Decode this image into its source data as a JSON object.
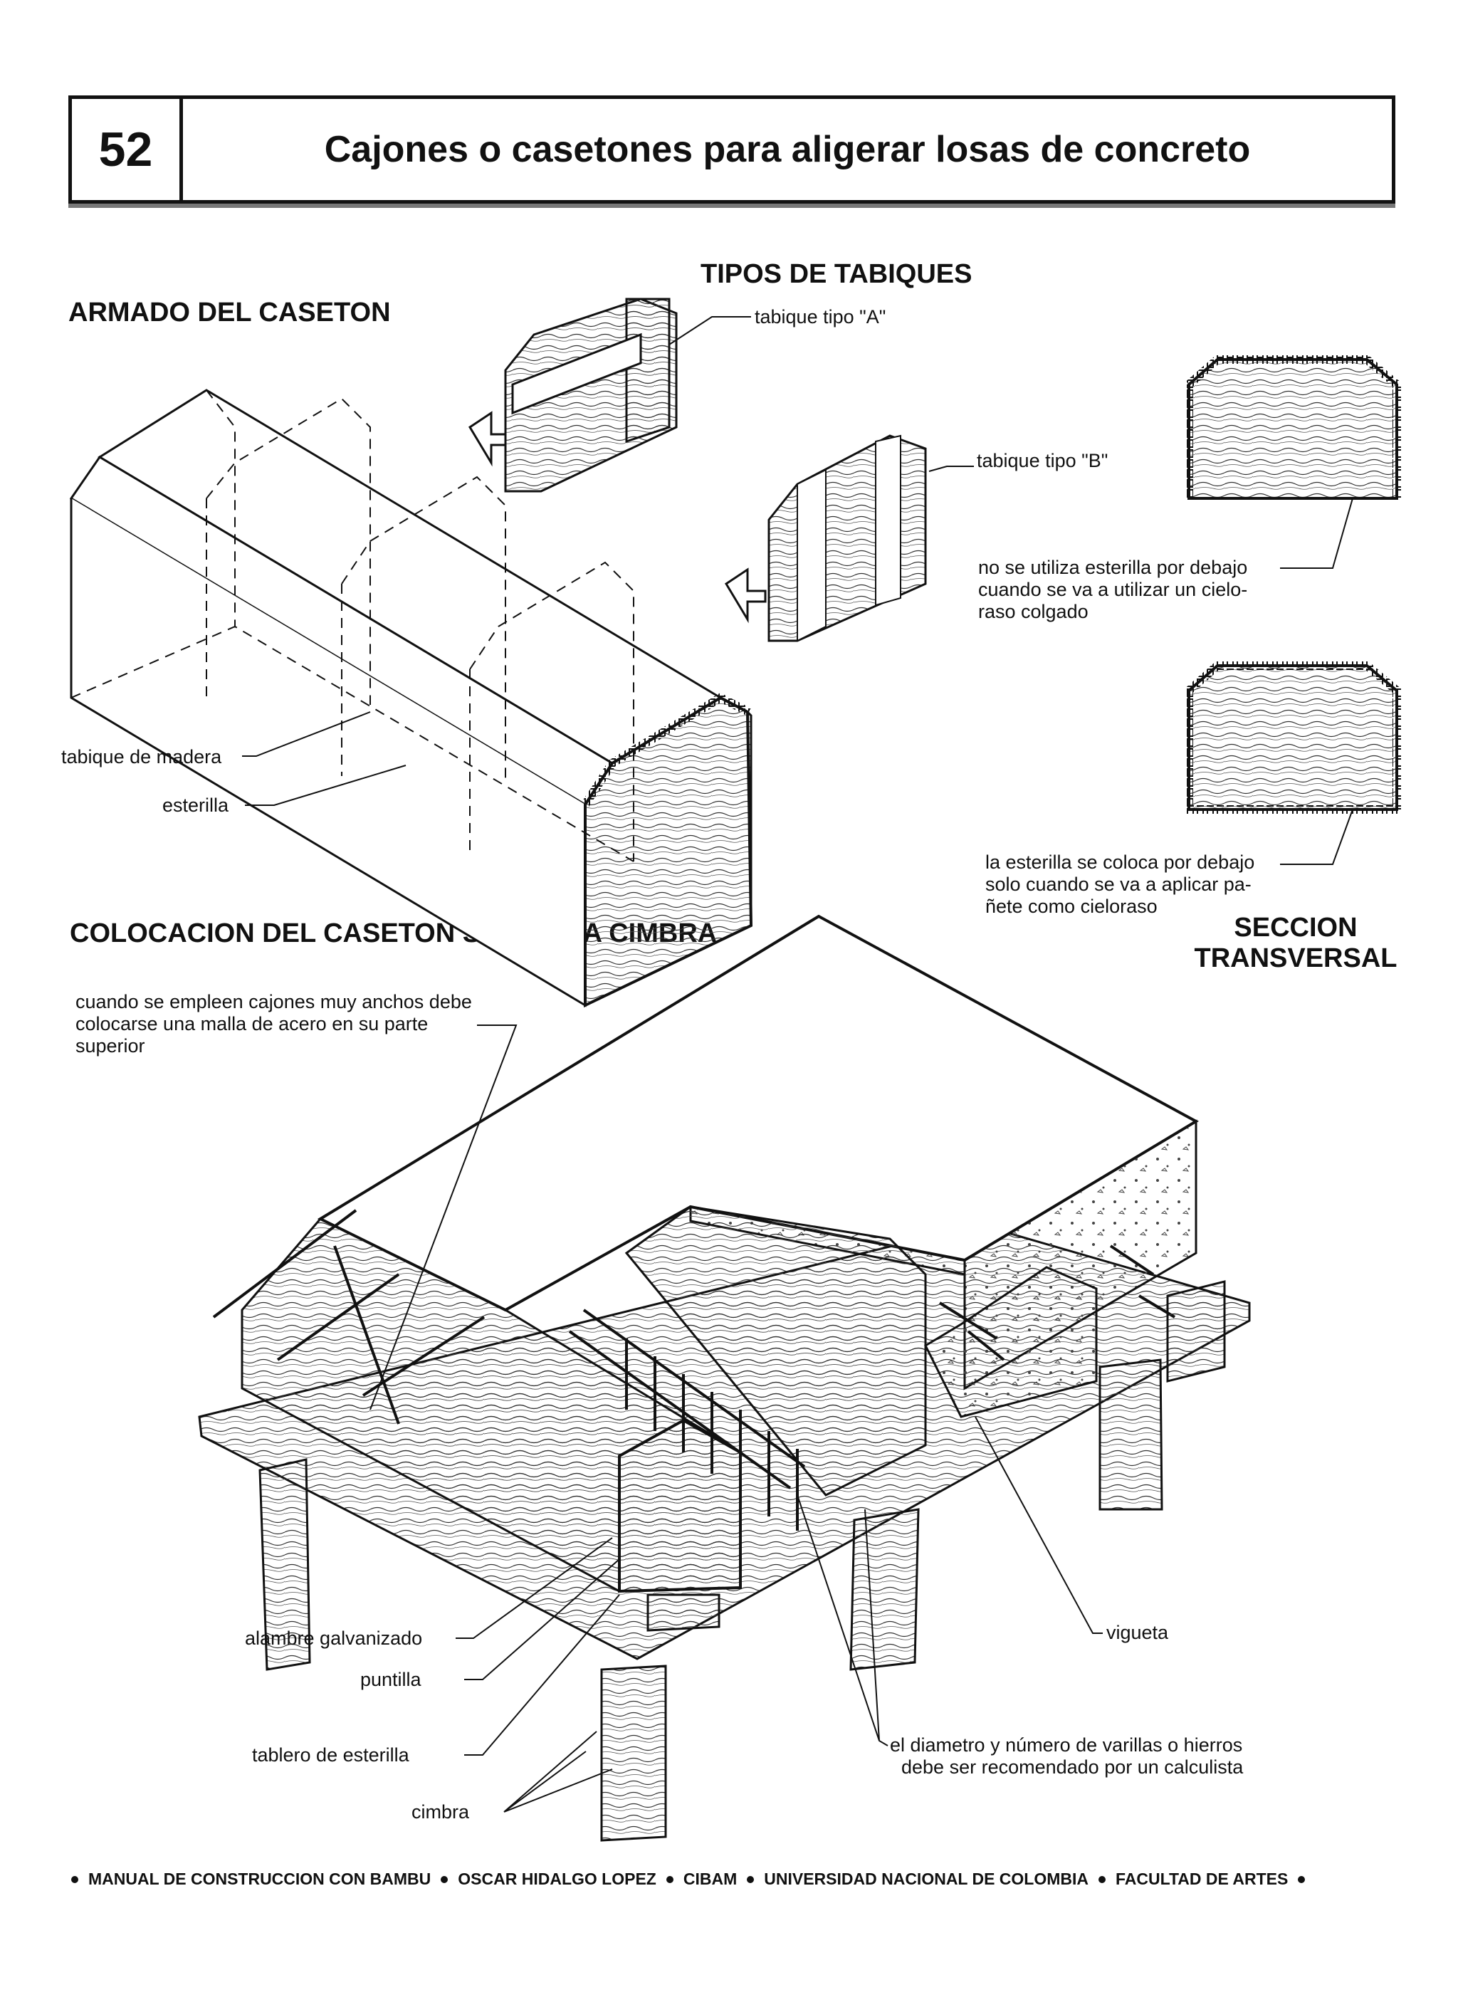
{
  "header": {
    "number": "52",
    "title": "Cajones o casetones para aligerar losas de concreto"
  },
  "sections": {
    "armado": "ARMADO DEL CASETON",
    "tipos": "TIPOS DE TABIQUES",
    "colocacion": "COLOCACION DEL CASETON SOBRE LA CIMBRA",
    "seccion_line1": "SECCION",
    "seccion_line2": "TRANSVERSAL"
  },
  "labels": {
    "tabique_a": "tabique tipo \"A\"",
    "tabique_b": "tabique tipo  \"B\"",
    "tabique_madera": "tabique de madera",
    "esterilla": "esterilla",
    "no_esterilla_1": "no se utiliza esterilla por debajo",
    "no_esterilla_2": "cuando se va a utilizar un cielo-",
    "no_esterilla_3": "raso colgado",
    "si_esterilla_1": "la esterilla se coloca por debajo",
    "si_esterilla_2": "solo cuando se va a aplicar pa-",
    "si_esterilla_3": "ñete como cieloraso",
    "malla_1": "cuando se empleen cajones muy anchos debe",
    "malla_2": "colocarse una malla de acero en su parte",
    "malla_3": "superior",
    "alambre": "alambre galvanizado",
    "puntilla": "puntilla",
    "tablero": "tablero de esterilla",
    "cimbra": "cimbra",
    "vigueta": "vigueta",
    "calculista_1": "el diametro y número de varillas o hierros",
    "calculista_2": "debe ser recomendado por un calculista"
  },
  "footer": {
    "items": [
      "MANUAL DE CONSTRUCCION CON BAMBU",
      "OSCAR HIDALGO LOPEZ",
      "CIBAM",
      "UNIVERSIDAD NACIONAL DE COLOMBIA",
      "FACULTAD DE ARTES"
    ]
  }
}
